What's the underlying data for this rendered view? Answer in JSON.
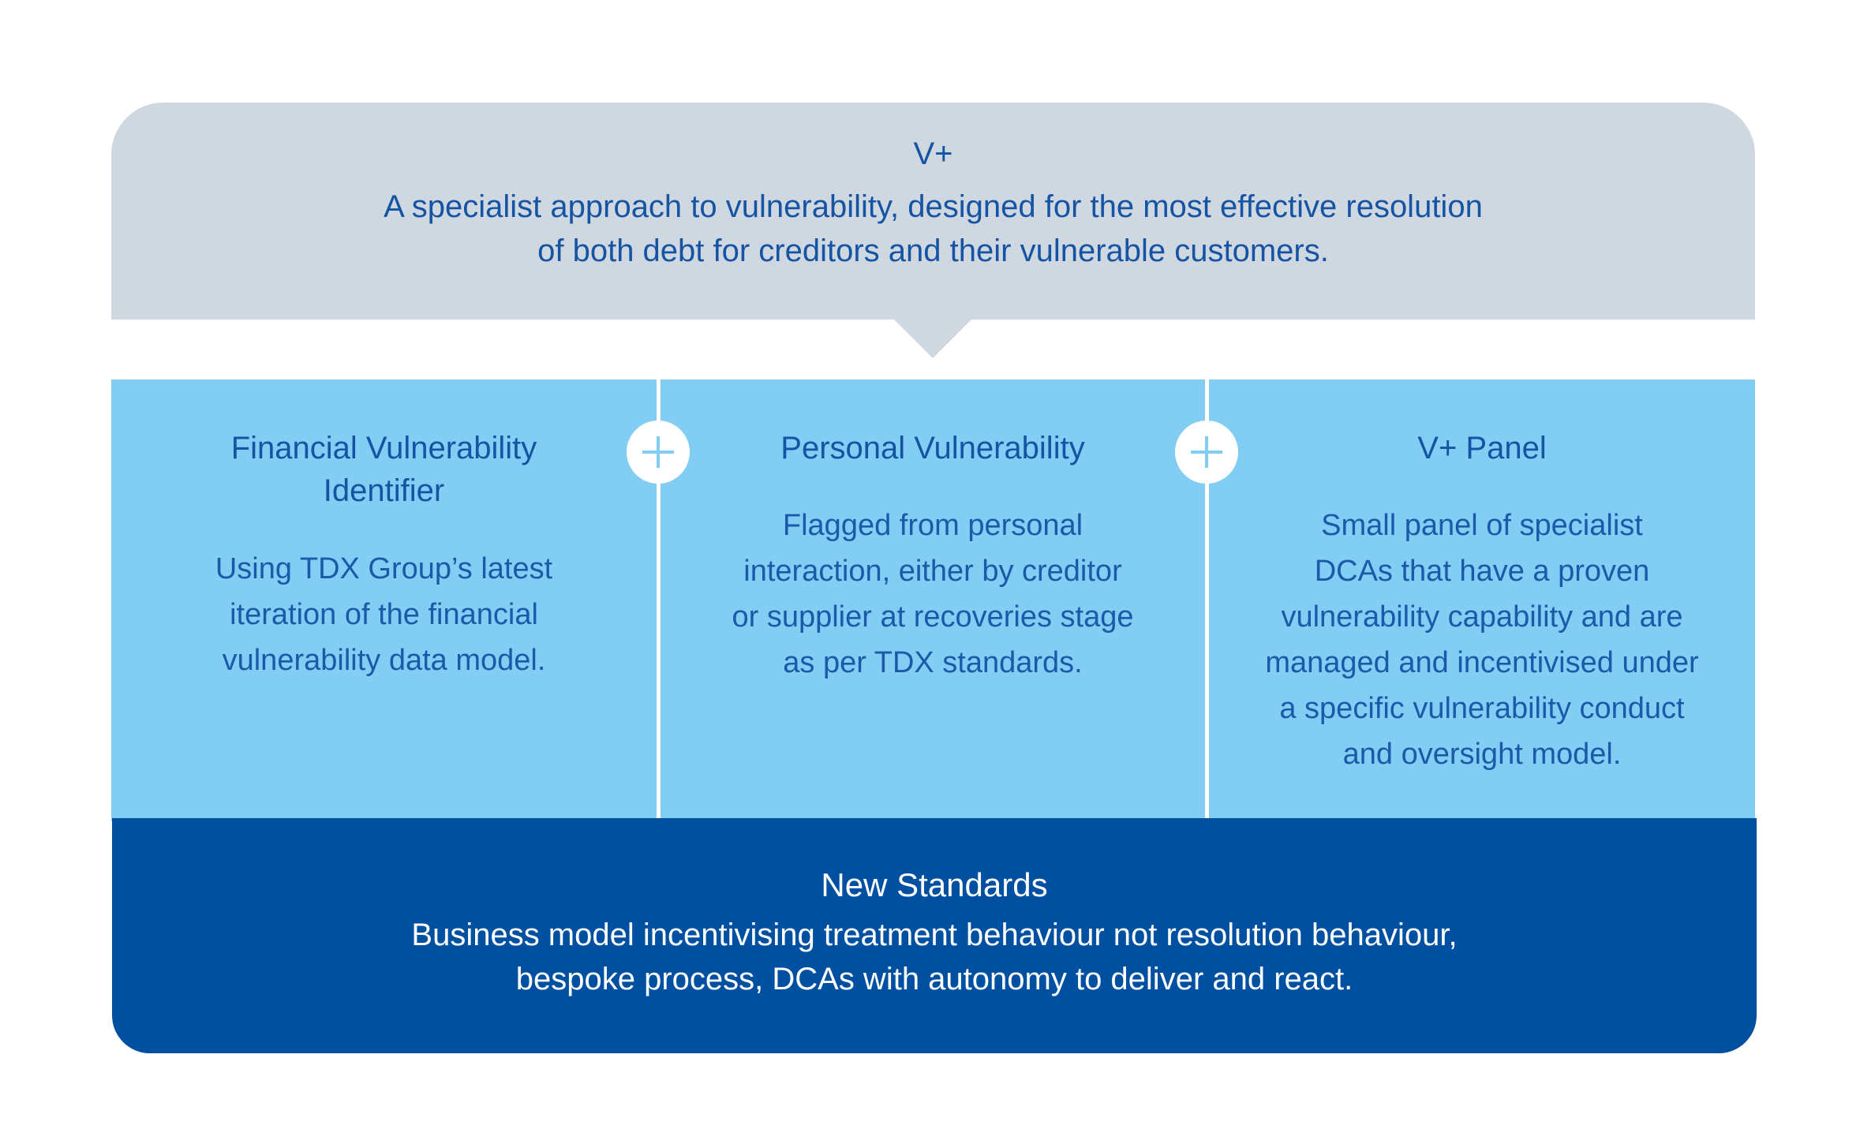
{
  "header": {
    "title": "V+",
    "description": "A specialist approach to vulnerability, designed for the most effective resolution\nof both debt for creditors and their vulnerable customers."
  },
  "columns": [
    {
      "title": "Financial Vulnerability\nIdentifier",
      "body": "Using TDX Group’s latest\niteration of the financial\nvulnerability data model."
    },
    {
      "title": "Personal Vulnerability",
      "body": "Flagged from personal\ninteraction, either by creditor\nor supplier at recoveries stage\nas per TDX standards."
    },
    {
      "title": "V+ Panel",
      "body": "Small panel of specialist\nDCAs that have a proven\nvulnerability capability and are\nmanaged and incentivised under\na specific vulnerability conduct\nand oversight model."
    }
  ],
  "footer": {
    "title": "New Standards",
    "description": "Business model incentivising treatment behaviour not resolution behaviour,\nbespoke process, DCAs with autonomy to deliver and react."
  },
  "colors": {
    "top_panel": "#cfd8e1",
    "columns_panel": "#82cdf3",
    "bottom_panel": "#0050a1",
    "heading_text": "#1553a3"
  }
}
